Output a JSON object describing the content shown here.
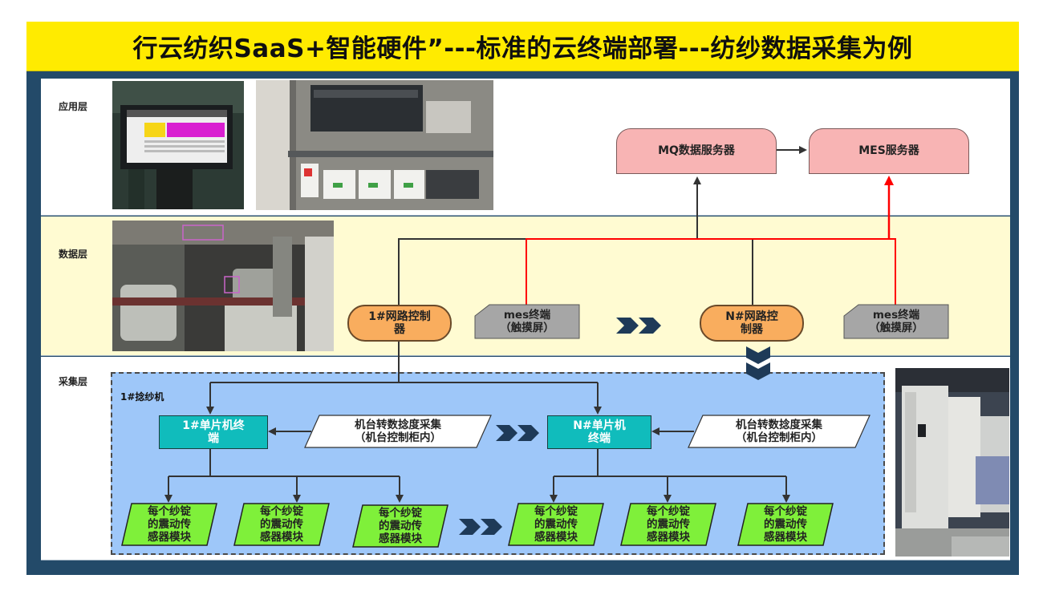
{
  "title": "行云纺织SaaS+智能硬件”---标准的云终端部署---纺纱数据采集为例",
  "layers": {
    "app": "应用层",
    "data": "数据层",
    "collect": "采集层"
  },
  "servers": {
    "mq": "MQ数据服务器",
    "mes": "MES服务器"
  },
  "data_layer": {
    "router_1": [
      "1#网路控制",
      "器"
    ],
    "router_n": [
      "N#网路控",
      "制器"
    ],
    "mes_terminal_1": [
      "mes终端",
      "（触摸屏）"
    ],
    "mes_terminal_2": [
      "mes终端",
      "（触摸屏）"
    ]
  },
  "collection": {
    "machine_label": "1#捻纱机",
    "single_1": [
      "1#单片机终",
      "端"
    ],
    "single_n": [
      "N#单片机",
      "终端"
    ],
    "rotation_1": [
      "机台转数捻度采集",
      "（机台控制柜内）"
    ],
    "rotation_2": [
      "机台转数捻度采集",
      "（机台控制柜内）"
    ],
    "sensors": [
      [
        "每个纱锭",
        "的震动传",
        "感器模块"
      ],
      [
        "每个纱锭",
        "的震动传",
        "感器模块"
      ],
      [
        "每个纱锭",
        "的震动传",
        "感器模块"
      ],
      [
        "每个纱锭",
        "的震动传",
        "感器模块"
      ],
      [
        "每个纱锭",
        "的震动传",
        "感器模块"
      ],
      [
        "每个纱锭",
        "的震动传",
        "感器模块"
      ]
    ]
  },
  "colors": {
    "title_bar": "#ffeb00",
    "frame": "#234a69",
    "server": "#f8b4b4",
    "router": "#f9ad5e",
    "terminal": "#10bcbc",
    "sensor": "#7ff03a",
    "mes_terminal": "#a6a6a6",
    "collect_area": "#9ec7f9",
    "link_black": "#333333",
    "link_red": "#ff0000"
  }
}
